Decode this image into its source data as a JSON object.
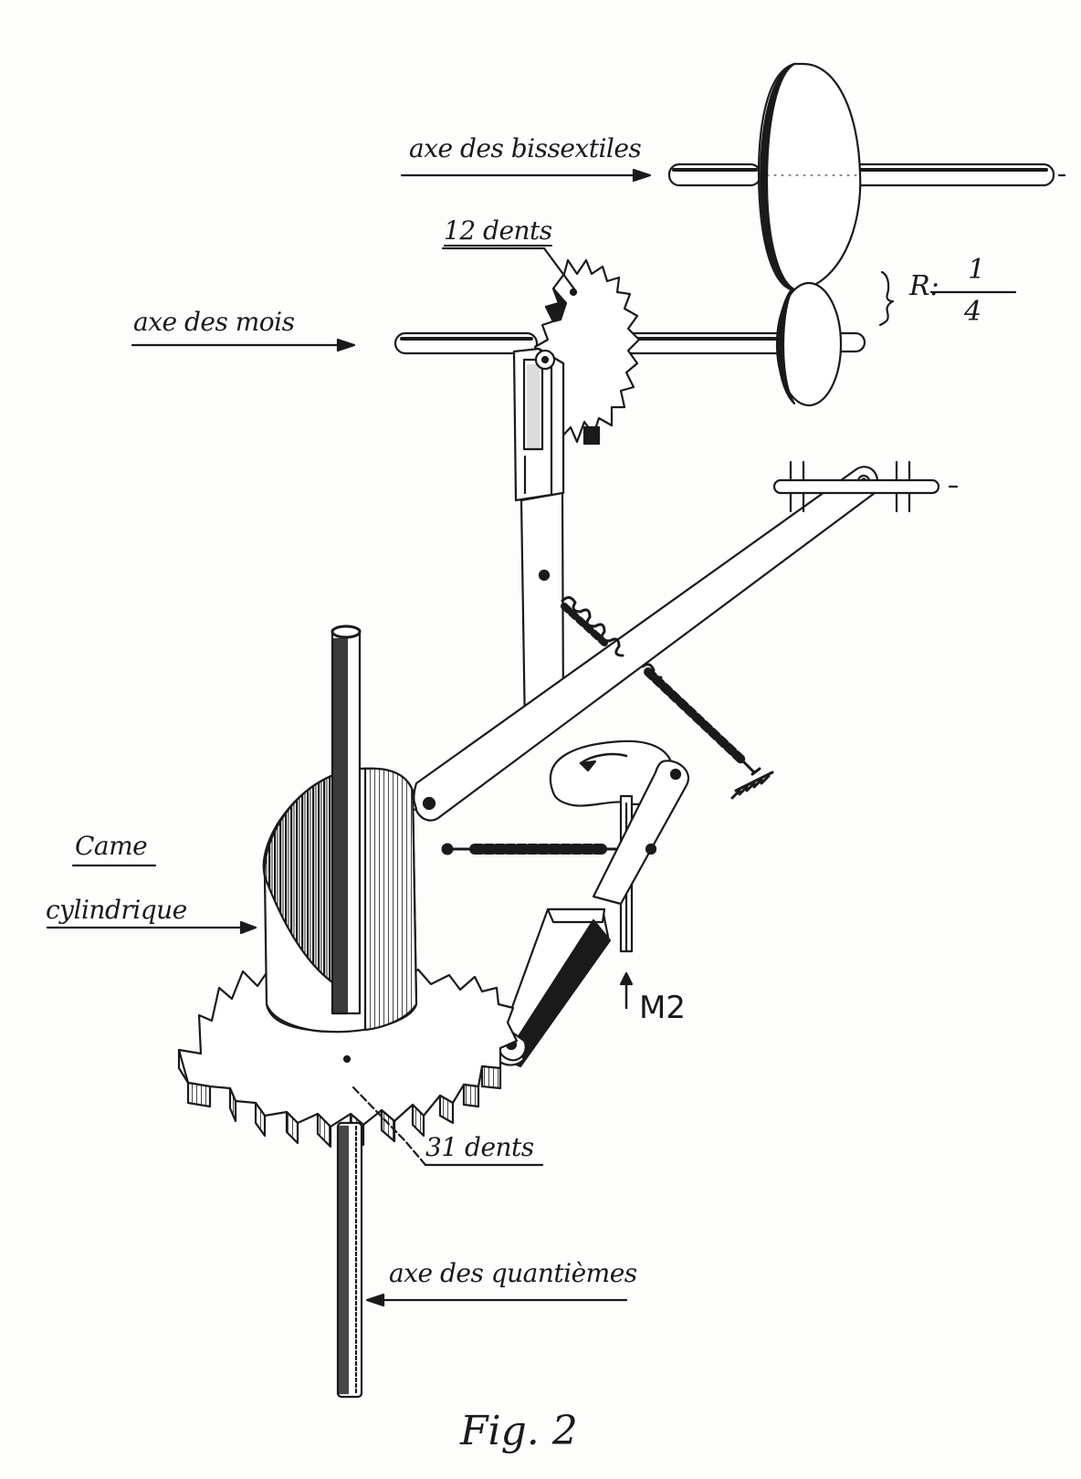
{
  "labels": {
    "axe_bissextiles": "axe des bissextiles",
    "dents_12": "12 dents",
    "axe_mois": "axe des mois",
    "ratio_prefix": "R:",
    "ratio_num": "1",
    "ratio_den": "4",
    "came_line1": "Came",
    "came_line2": "cylindrique",
    "m2": "M2",
    "dents_31": "31 dents",
    "axe_quantiemes": "axe des quantièmes",
    "figure": "Fig. 2"
  },
  "colors": {
    "ink": "#1a1a1a",
    "paper": "#fdfdfc"
  }
}
